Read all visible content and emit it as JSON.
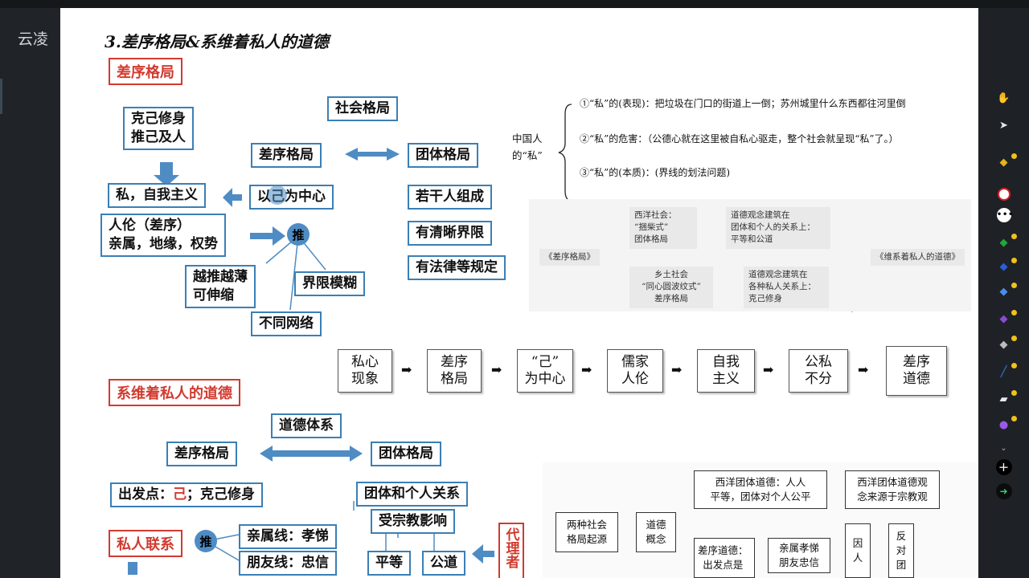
{
  "app": {
    "title": "云凌"
  },
  "slide": {
    "heading": "3.差序格局&系维着私人的道德",
    "sec1_label": "差序格局",
    "sec2_label": "系维着私人的道德",
    "left": {
      "keji": "克己修身\n推己及人",
      "si": "私，自我主义",
      "renlun": "人伦（差序）\n亲属，地缘，权势",
      "yue": "越推越薄\n可伸缩",
      "jiexian": "界限模糊",
      "butong": "不同网络",
      "tui": "推",
      "shehui": "社会格局",
      "chaxu": "差序格局",
      "tuanti": "团体格局",
      "yiji": "以己为中心",
      "ruogan": "若干人组成",
      "youqing": "有清晰界限",
      "youfa": "有法律等规定"
    },
    "siren": {
      "lead": "中国人\n的“私”",
      "items": [
        "①“私”的(表现)：把垃圾在门口的街道上一倒；苏州城里什么东西都往河里倒",
        "②“私”的危害：（公德心就在这里被自私心驱走，整个社会就呈现“私”了。）",
        "③“私”的(本质)：(界线的划法问题)"
      ]
    },
    "gray": {
      "left": "《差序格局》",
      "top": "西洋社会：\n“捆柴式”\n团体格局",
      "top_r": "道德观念建筑在\n团体和个人的关系上：\n平等和公道",
      "bot": "乡土社会\n“同心圆波纹式”\n差序格局",
      "bot_r": "道德观念建筑在\n各种私人关系上：\n克己修身",
      "right": "《维系着私人的道德》"
    },
    "flow": [
      "私心\n现象",
      "差序\n格局",
      "“己”\n为中心",
      "儒家\n人伦",
      "自我\n主义",
      "公私\n不分",
      "差序\n道德"
    ],
    "lower": {
      "daode": "道德体系",
      "chaxu": "差序格局",
      "tuanti": "团体格局",
      "chufa_pre": "出发点：",
      "chufa_red": "己",
      "chufa_post": "；克己修身",
      "tuantiren": "团体和个人关系",
      "zongjiao": "受宗教影响",
      "pingdeng": "平等",
      "gongdao": "公道",
      "dailizhe": "代理者",
      "siren": "私人联系",
      "tui": "推",
      "qinshu": "亲属线：孝悌",
      "pengyou": "朋友线：忠信"
    },
    "br": {
      "liang": "两种社会\n格局起源",
      "gainian": "道德\n概念",
      "xiyang": "西洋团体道德：人人\n平等，团体对个人公平",
      "zongjiao": "西洋团体道德观\n念来源于宗教观",
      "chaxu": "差序道德：\n出发点是",
      "qinshu": "亲属孝悌\n朋友忠信",
      "yin": "因\n人",
      "fandui": "反\n对\n团"
    }
  },
  "tools": [
    "hand-icon",
    "pointer-icon",
    "highlighter-icon",
    "pen-red-icon",
    "more-icon",
    "pen-green-icon",
    "pen-blue-icon",
    "pen-lightblue-icon",
    "pen-purple-icon",
    "pen-black-icon",
    "line-icon",
    "eraser-icon",
    "circle-icon",
    "chevron-icon",
    "add-icon",
    "next-icon"
  ],
  "colors": {
    "accent_blue": "#3b7fb5",
    "accent_red": "#d23a2f",
    "bg_dark": "#1e2226"
  }
}
